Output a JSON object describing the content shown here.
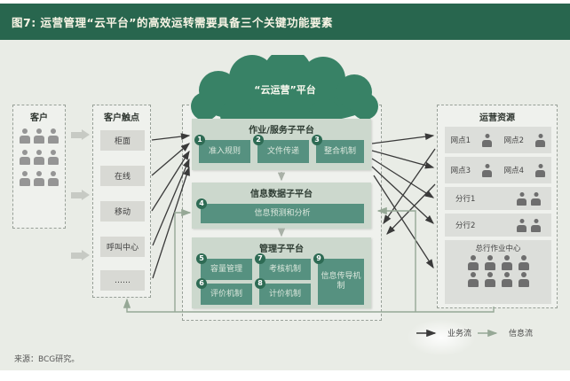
{
  "figure": {
    "title": "图7: 运营管理“云平台”的高效运转需要具备三个关键功能要素",
    "source": "来源：BCG研究。"
  },
  "cloud": {
    "label": "“云运营”平台"
  },
  "customers": {
    "title": "客户"
  },
  "touchpoints": {
    "title": "客户触点",
    "items": [
      {
        "label": "柜面"
      },
      {
        "label": "在线"
      },
      {
        "label": "移动"
      },
      {
        "label": "呼叫中心"
      },
      {
        "label": "……"
      }
    ]
  },
  "platform": {
    "service": {
      "title": "作业/服务子平台",
      "items": [
        {
          "num": "1",
          "label": "准入规则"
        },
        {
          "num": "2",
          "label": "文件传递"
        },
        {
          "num": "3",
          "label": "整合机制"
        }
      ]
    },
    "data": {
      "title": "信息数据子平台",
      "items": [
        {
          "num": "4",
          "label": "信息预测和分析"
        }
      ]
    },
    "management": {
      "title": "管理子平台",
      "items": [
        {
          "num": "5",
          "label": "容量管理"
        },
        {
          "num": "6",
          "label": "评价机制"
        },
        {
          "num": "7",
          "label": "考核机制"
        },
        {
          "num": "8",
          "label": "计价机制"
        },
        {
          "num": "9",
          "label": "信息传导机制"
        }
      ]
    }
  },
  "resources": {
    "title": "运营资源",
    "rows": [
      {
        "labels": [
          "网点1",
          "网点2"
        ]
      },
      {
        "labels": [
          "网点3",
          "网点4"
        ]
      },
      {
        "labels": [
          "分行1"
        ]
      },
      {
        "labels": [
          "分行2"
        ]
      },
      {
        "labels": [
          "总行作业中心"
        ]
      }
    ]
  },
  "legend": {
    "business": "业务流",
    "information": "信息流"
  },
  "colors": {
    "header_green": "#28664e",
    "cloud_green": "#388266",
    "panel_sage": "#ccd8cd",
    "box_green": "#569180",
    "canvas": "#e9ece6",
    "business_flow": "#3a3a3a",
    "information_flow": "#96a896"
  }
}
